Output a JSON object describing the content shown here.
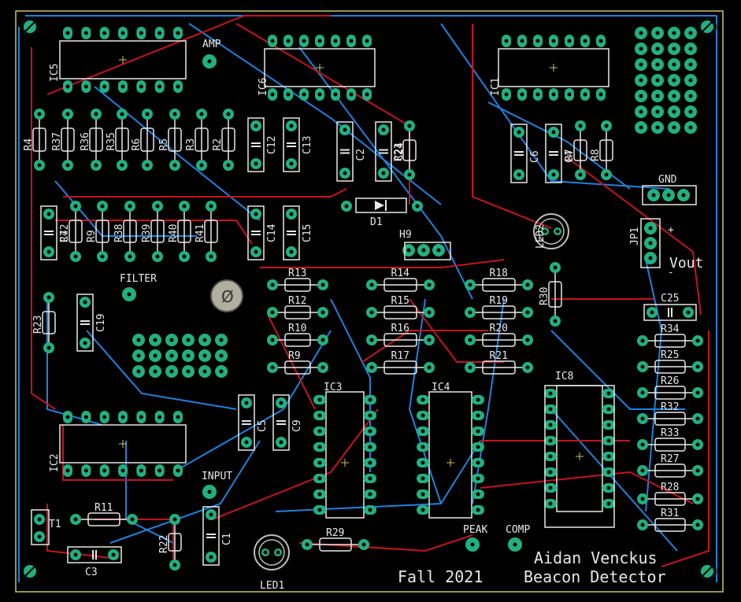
{
  "colors": {
    "background": "#000000",
    "board_outline": "#c8c864",
    "top_copper": "#c4141e",
    "bottom_copper": "#1e82dc",
    "pad": "#22b080",
    "silkscreen": "#e8e8e8"
  },
  "signature": {
    "line1": "Aidan Venckus",
    "line2": "Beacon Detector",
    "date": "Fall 2021"
  },
  "test_points": {
    "amp": "AMP",
    "filter": "FILTER",
    "input": "INPUT",
    "peak": "PEAK",
    "comp": "COMP",
    "gnd": "GND",
    "vout": "Vout"
  },
  "ics": {
    "ic1": "IC1",
    "ic2": "IC2",
    "ic3": "IC3",
    "ic4": "IC4",
    "ic5": "IC5",
    "ic6": "IC6",
    "ic8": "IC8"
  },
  "misc": {
    "d1": "D1",
    "jp1": "JP1",
    "h9": "H9",
    "t1": "T1",
    "led1": "LED1",
    "led2": "LED2"
  },
  "resistors_top_vertical": [
    "R4",
    "R37",
    "R36",
    "R35",
    "R6",
    "R5",
    "R3",
    "R2"
  ],
  "resistors_mid_vertical": [
    "R42",
    "R9",
    "R38",
    "R39",
    "R40",
    "R41"
  ],
  "resistors_col1": [
    "R13",
    "R12",
    "R10",
    "R9"
  ],
  "resistors_col2": [
    "R14",
    "R15",
    "R16",
    "R17"
  ],
  "resistors_col3": [
    "R18",
    "R19",
    "R20",
    "R21"
  ],
  "resistors_right": [
    "R34",
    "R25",
    "R26",
    "R32",
    "R33",
    "R27",
    "R28",
    "R31"
  ],
  "resistors_other": {
    "r7": "R7",
    "r8": "R8",
    "r21v": "R21",
    "r30": "R30",
    "r23": "R23",
    "r11": "R11",
    "r22": "R22",
    "r29": "R29"
  },
  "capacitors": {
    "c12": "C12",
    "c13": "C13",
    "c2": "C2",
    "c24": "C24",
    "c6": "C6",
    "c4": "C4",
    "c14": "C14",
    "c15": "C15",
    "c7": "C7",
    "c19": "C19",
    "c25": "C25",
    "c5": "C5",
    "c9": "C9",
    "c3": "C3",
    "c1": "C1"
  }
}
